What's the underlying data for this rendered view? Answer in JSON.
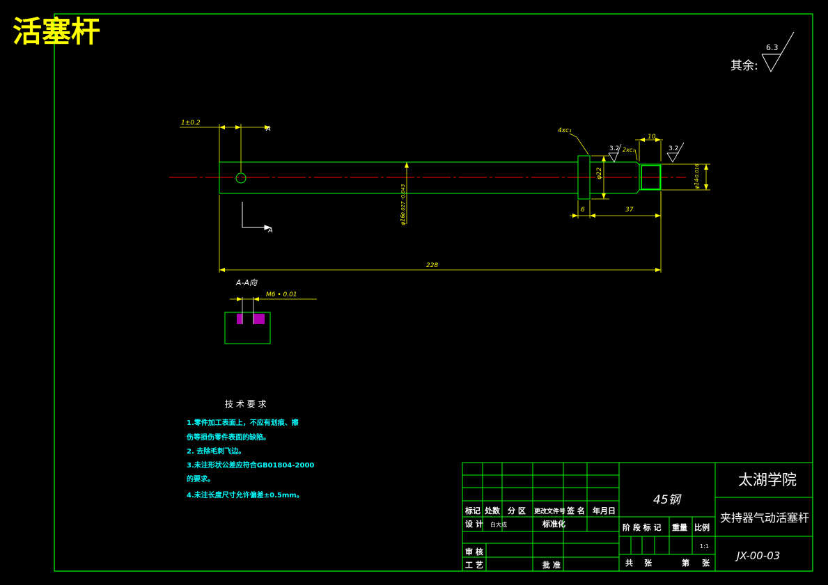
{
  "title": "活塞杆",
  "roughness_note": {
    "label": "其余:",
    "value": "6.3"
  },
  "dimensions": {
    "hole_offset": "1±0.2",
    "section_mark_top": "A",
    "section_mark_bottom": "A",
    "chamfer_left": "4xc₁",
    "chamfer_right": "2xc₁",
    "roughness_1": "3.2",
    "roughness_2": "3.2",
    "width_10": "10",
    "dia_22": "φ22",
    "dia_14": "φ14",
    "dia_14_tol": "-0.016",
    "dia_16": "φ16",
    "dia_16_tol": "-0.027 -0.043",
    "len_6": "6",
    "len_37": "37",
    "len_228": "228"
  },
  "section_view": {
    "label": "A-A向",
    "thread": "M6 • 0.01"
  },
  "tech_requirements": {
    "heading": "技 术 要 求",
    "lines": [
      "1.零件加工表面上，不应有划痕、擦",
      "伤等损伤零件表面的缺陷。",
      "2. 去除毛刺飞边。",
      "3.未注形状公差应符合GB01804-2000",
      "的要求。",
      "4.未注长度尺寸允许偏差±0.5mm。"
    ]
  },
  "title_block": {
    "school": "太湖学院",
    "material": "45钢",
    "part_name": "夹持器气动活塞杆",
    "drawing_no": "JX-00-03",
    "scale": "1:1",
    "hdr_mark": "标记",
    "hdr_count": "处数",
    "hdr_zone": "分 区",
    "hdr_doc": "更改文件号",
    "hdr_sign": "签 名",
    "hdr_date": "年月日",
    "design": "设 计",
    "designer": "白大成",
    "standard": "标准化",
    "stage": "阶 段 标 记",
    "weight": "重量",
    "ratio": "比例",
    "review": "审 核",
    "process": "工 艺",
    "approve": "批 准",
    "total": "共",
    "sheets": "张",
    "sheet_no": "第",
    "sheets2": "张"
  },
  "colors": {
    "frame": "#00ff00",
    "dimension": "#ffff00",
    "centerline": "#ff0000",
    "text_cyan": "#00ffff",
    "title_yellow": "#ffff00",
    "table_white": "#ffffff",
    "hatch": "#cc00cc"
  }
}
